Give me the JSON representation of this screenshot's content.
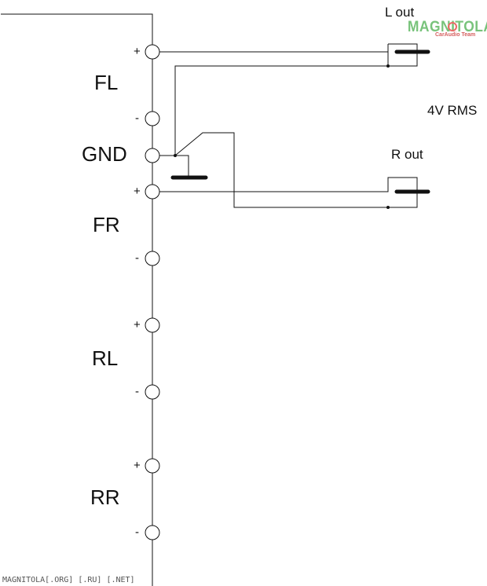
{
  "channels": [
    {
      "name": "FL",
      "plus": "+",
      "minus": "-"
    },
    {
      "name": "GND"
    },
    {
      "name": "FR",
      "plus": "+",
      "minus": "-"
    },
    {
      "name": "RL",
      "plus": "+",
      "minus": "-"
    },
    {
      "name": "RR",
      "plus": "+",
      "minus": "-"
    }
  ],
  "outputs": {
    "left": "L out",
    "right": "R out",
    "level": "4V RMS"
  },
  "logo": {
    "main": "MAGNITOLA",
    "sub": "CarAudio Team",
    "accent_color": "#e53935",
    "text_color": "#4caf50"
  },
  "watermark": "MAGNITOLA[.ORG] [.RU] [.NET]"
}
